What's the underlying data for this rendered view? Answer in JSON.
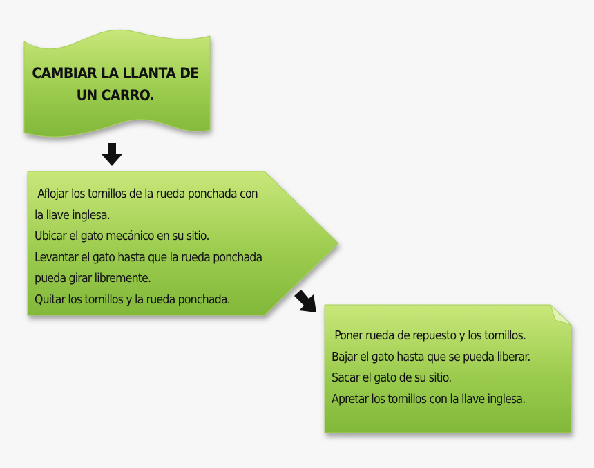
{
  "diagram": {
    "title": {
      "lines": [
        "CAMBIAR LA LLANTA DE",
        "UN CARRO."
      ]
    },
    "step1": {
      "lines": [
        " Aflojar los tornillos de la rueda ponchada con",
        "la llave inglesa.",
        "Ubicar el gato mecánico en su sitio.",
        "Levantar el gato hasta que la rueda ponchada",
        "pueda girar libremente.",
        "Quitar los tornillos y la rueda ponchada."
      ]
    },
    "step2": {
      "lines": [
        " Poner rueda de repuesto y los tornillos.",
        "Bajar el gato hasta que se pueda liberar.",
        "Sacar el gato de su sitio.",
        "Apretar los tornillos con la llave inglesa."
      ]
    },
    "colors": {
      "shape_fill_light": "#c2e26d",
      "shape_fill_dark": "#7fb53a",
      "arrow": "#111111",
      "background": "#f7f7f7"
    }
  }
}
